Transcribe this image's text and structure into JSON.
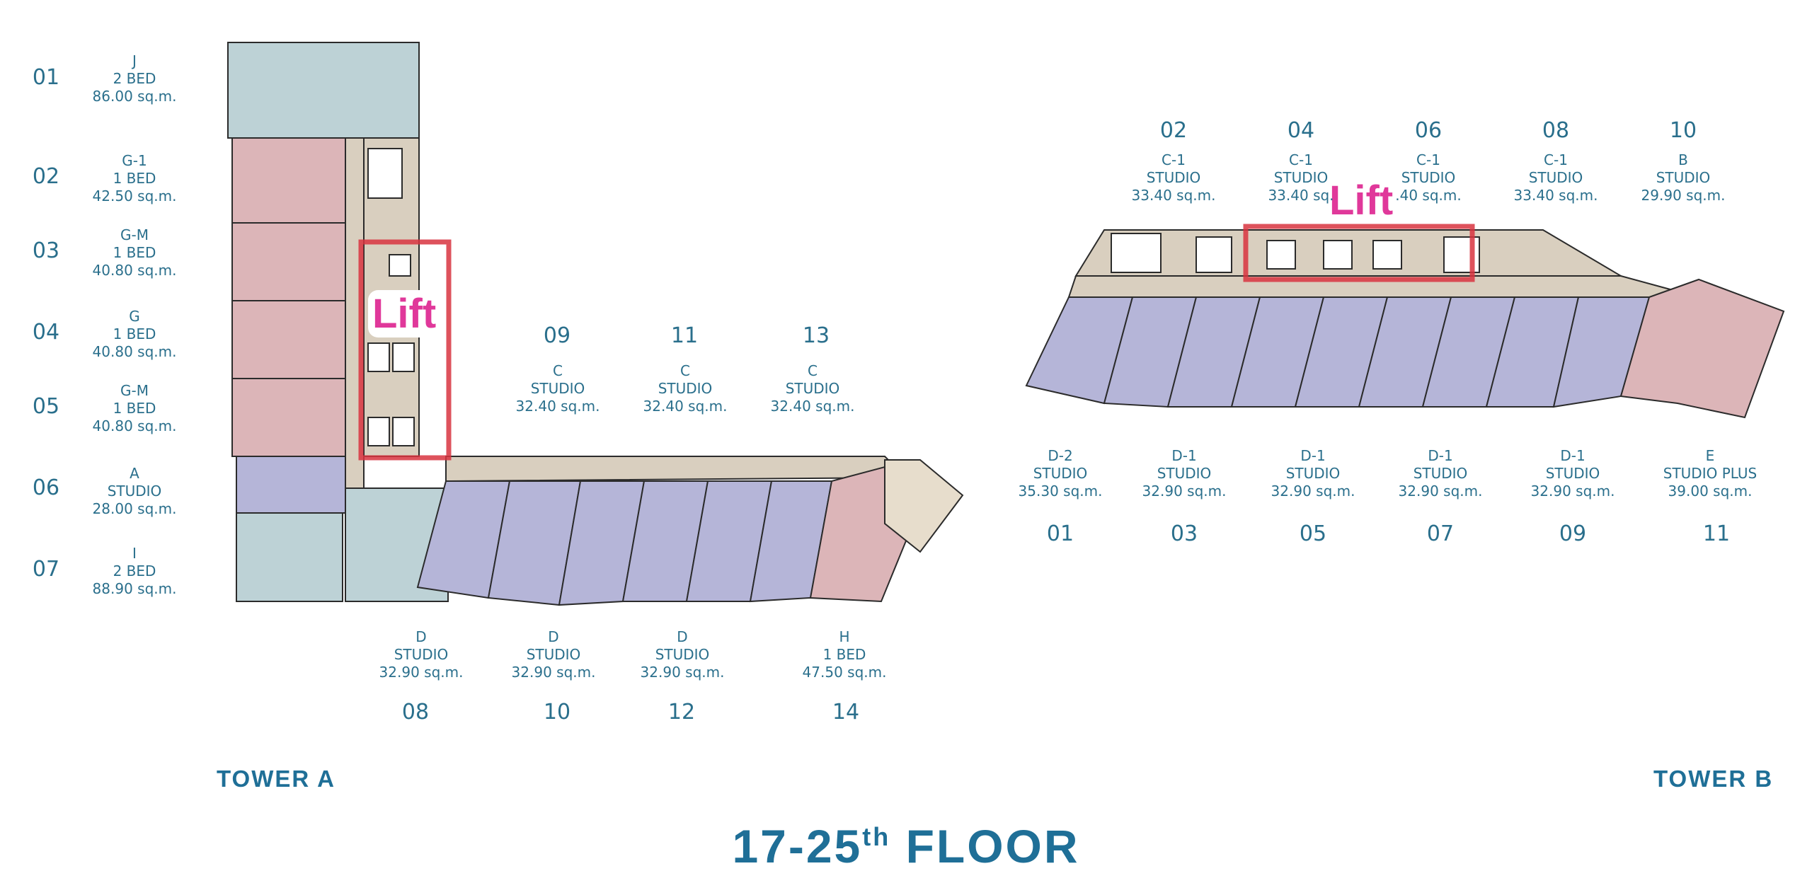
{
  "title": {
    "main": "17-25",
    "suffix": "th",
    "rest": " FLOOR"
  },
  "towers": {
    "a": {
      "label": "TOWER A",
      "lift_label": "Lift"
    },
    "b": {
      "label": "TOWER B",
      "lift_label": "Lift"
    }
  },
  "tower_a_left": [
    {
      "num": "01",
      "type": "J",
      "bed": "2 BED",
      "area": "86.00 sq.m."
    },
    {
      "num": "02",
      "type": "G-1",
      "bed": "1 BED",
      "area": "42.50 sq.m."
    },
    {
      "num": "03",
      "type": "G-M",
      "bed": "1 BED",
      "area": "40.80 sq.m."
    },
    {
      "num": "04",
      "type": "G",
      "bed": "1 BED",
      "area": "40.80 sq.m."
    },
    {
      "num": "05",
      "type": "G-M",
      "bed": "1 BED",
      "area": "40.80 sq.m."
    },
    {
      "num": "06",
      "type": "A",
      "bed": "STUDIO",
      "area": "28.00 sq.m."
    },
    {
      "num": "07",
      "type": "I",
      "bed": "2 BED",
      "area": "88.90 sq.m."
    }
  ],
  "tower_a_top": [
    {
      "num": "09",
      "type": "C",
      "bed": "STUDIO",
      "area": "32.40 sq.m."
    },
    {
      "num": "11",
      "type": "C",
      "bed": "STUDIO",
      "area": "32.40 sq.m."
    },
    {
      "num": "13",
      "type": "C",
      "bed": "STUDIO",
      "area": "32.40 sq.m."
    }
  ],
  "tower_a_bottom": [
    {
      "num": "08",
      "type": "D",
      "bed": "STUDIO",
      "area": "32.90 sq.m."
    },
    {
      "num": "10",
      "type": "D",
      "bed": "STUDIO",
      "area": "32.90 sq.m."
    },
    {
      "num": "12",
      "type": "D",
      "bed": "STUDIO",
      "area": "32.90 sq.m."
    },
    {
      "num": "14",
      "type": "H",
      "bed": "1 BED",
      "area": "47.50 sq.m."
    }
  ],
  "tower_b_top": [
    {
      "num": "02",
      "type": "C-1",
      "bed": "STUDIO",
      "area": "33.40 sq.m."
    },
    {
      "num": "04",
      "type": "C-1",
      "bed": "STUDIO",
      "area": "33.40 sq."
    },
    {
      "num": "06",
      "type": "C-1",
      "bed": "STUDIO",
      "area": ".40 sq.m."
    },
    {
      "num": "08",
      "type": "C-1",
      "bed": "STUDIO",
      "area": "33.40 sq.m."
    },
    {
      "num": "10",
      "type": "B",
      "bed": "STUDIO",
      "area": "29.90 sq.m."
    }
  ],
  "tower_b_bottom": [
    {
      "num": "01",
      "type": "D-2",
      "bed": "STUDIO",
      "area": "35.30 sq.m."
    },
    {
      "num": "03",
      "type": "D-1",
      "bed": "STUDIO",
      "area": "32.90 sq.m."
    },
    {
      "num": "05",
      "type": "D-1",
      "bed": "STUDIO",
      "area": "32.90 sq.m."
    },
    {
      "num": "07",
      "type": "D-1",
      "bed": "STUDIO",
      "area": "32.90 sq.m."
    },
    {
      "num": "09",
      "type": "D-1",
      "bed": "STUDIO",
      "area": "32.90 sq.m."
    },
    {
      "num": "11",
      "type": "E",
      "bed": "STUDIO PLUS",
      "area": "39.00 sq.m."
    }
  ],
  "colors": {
    "text": "#2a6f8c",
    "heading": "#1f6f97",
    "corridor": "#d9cfbf",
    "unit_blue_grey": "#bdd2d6",
    "unit_pink": "#dcb5b8",
    "unit_lavender": "#b5b5d8",
    "lift_highlight": "#d8343f",
    "lift_text": "#e0389a"
  }
}
